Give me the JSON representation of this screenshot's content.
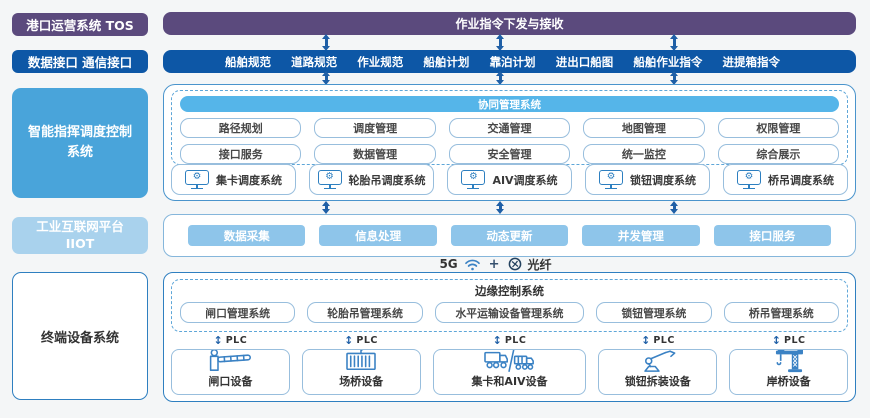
{
  "palette": {
    "purple": "#5b4a7d",
    "dark_blue": "#0d57a6",
    "dispatch_blue": "#49a4da",
    "iiot_light_blue": "#a9d2ed",
    "header_blue": "#55b5e9",
    "button_blue": "#8ec5ea",
    "border_blue": "#2e7fc0",
    "arrow_blue": "#1f5fa6",
    "icon_blue": "#3b82c4"
  },
  "top": {
    "tos_label": "港口运营系统 TOS",
    "command_bar": "作业指令下发与接收",
    "interface_label": "数据接口 通信接口",
    "interface_items": [
      "船舶规范",
      "道路规范",
      "作业规范",
      "船舶计划",
      "靠泊计划",
      "进出口船图",
      "船舶作业指令",
      "进提箱指令"
    ]
  },
  "dispatch": {
    "label": "智能指挥调度控制系统",
    "cms_title": "协同管理系统",
    "modules": [
      "路径规划",
      "调度管理",
      "交通管理",
      "地图管理",
      "权限管理",
      "接口服务",
      "数据管理",
      "安全管理",
      "统一监控",
      "综合展示"
    ],
    "systems": [
      "集卡调度系统",
      "轮胎吊调度系统",
      "AIV调度系统",
      "锁钮调度系统",
      "桥吊调度系统"
    ]
  },
  "iiot": {
    "label": "工业互联网平台 IIOT",
    "functions": [
      "数据采集",
      "信息处理",
      "动态更新",
      "并发管理",
      "接口服务"
    ]
  },
  "link": {
    "left": "5G",
    "plus": "+",
    "right": "光纤"
  },
  "terminal": {
    "label": "终端设备系统",
    "edge_title": "边缘控制系统",
    "edge_systems": [
      "闸口管理系统",
      "轮胎吊管理系统",
      "水平运输设备管理系统",
      "锁钮管理系统",
      "桥吊管理系统"
    ],
    "plc": "PLC",
    "devices": [
      "闸口设备",
      "场桥设备",
      "集卡和AIV设备",
      "锁钮拆装设备",
      "岸桥设备"
    ]
  }
}
